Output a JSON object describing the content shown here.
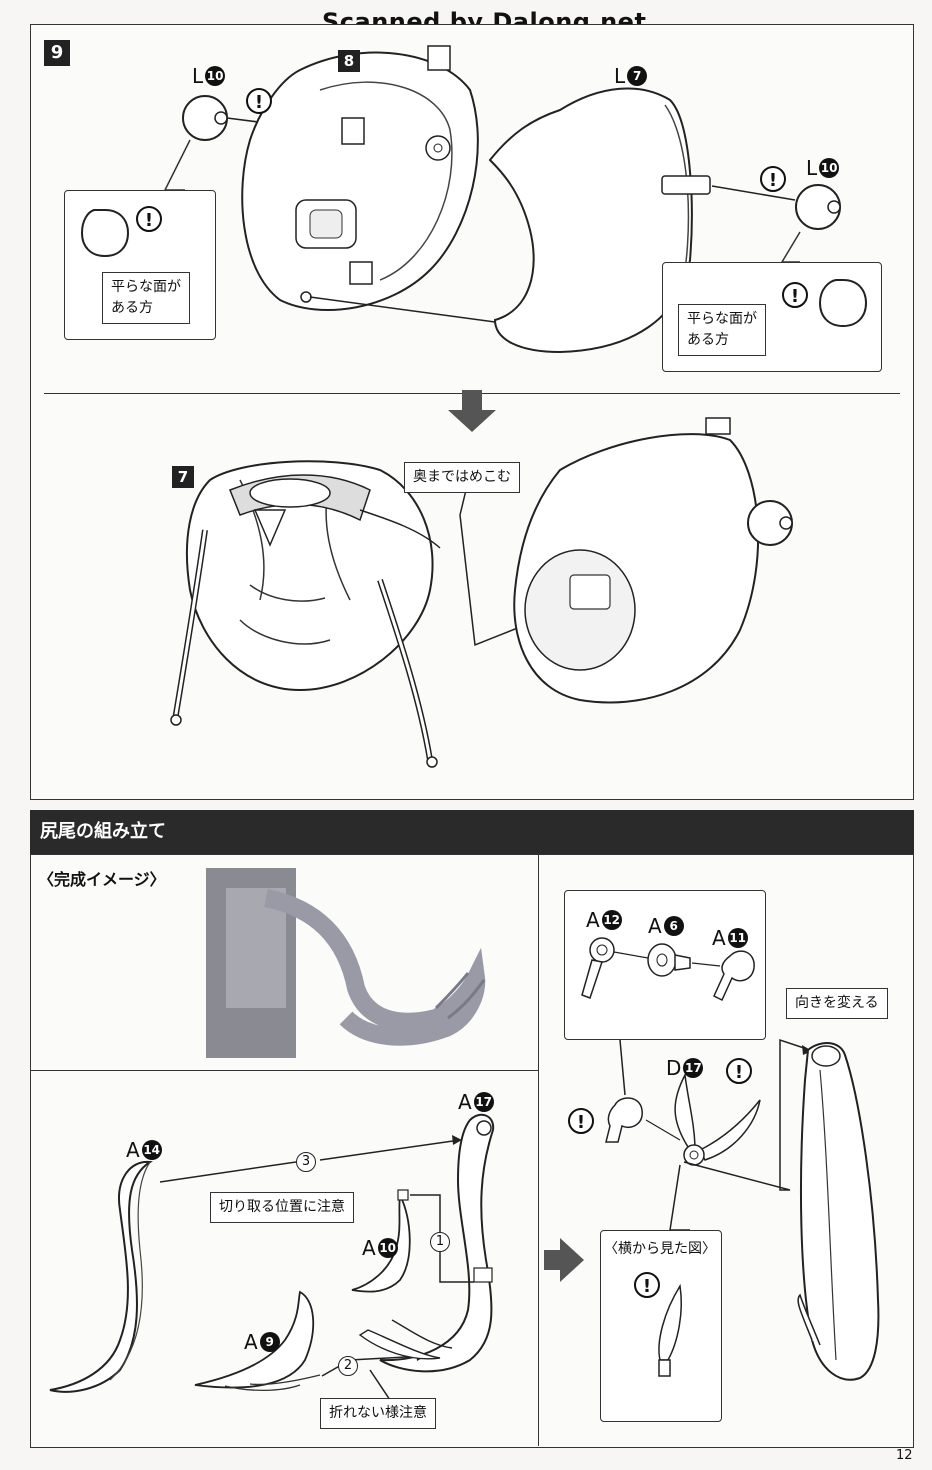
{
  "watermark": "Scanned by Dalong.net",
  "step": {
    "number": "9",
    "parts": {
      "p8": "8",
      "l10_top": {
        "letter": "L",
        "num": "10"
      },
      "l7": {
        "letter": "L",
        "num": "7"
      },
      "l10_right": {
        "letter": "L",
        "num": "10"
      },
      "p7": "7"
    },
    "flat_side_note_left": [
      "平らな面が",
      "ある方"
    ],
    "flat_side_note_right": [
      "平らな面が",
      "ある方"
    ],
    "insert_note": "奥まではめこむ"
  },
  "section": {
    "title": "尻尾の組み立て",
    "preview_label": "〈完成イメージ〉",
    "parts": {
      "a12": {
        "letter": "A",
        "num": "12"
      },
      "a6": {
        "letter": "A",
        "num": "6"
      },
      "a11": {
        "letter": "A",
        "num": "11"
      },
      "d17": {
        "letter": "D",
        "num": "17"
      },
      "a14": {
        "letter": "A",
        "num": "14"
      },
      "a17": {
        "letter": "A",
        "num": "17"
      },
      "a10": {
        "letter": "A",
        "num": "10"
      },
      "a9": {
        "letter": "A",
        "num": "9"
      }
    },
    "change_direction": "向きを変える",
    "side_view": "〈横から見た図〉",
    "cut_position_note": "切り取る位置に注意",
    "no_break_note": "折れない様注意",
    "order": [
      "1",
      "2",
      "3"
    ]
  },
  "warning_symbol": "!",
  "page_number": "12"
}
